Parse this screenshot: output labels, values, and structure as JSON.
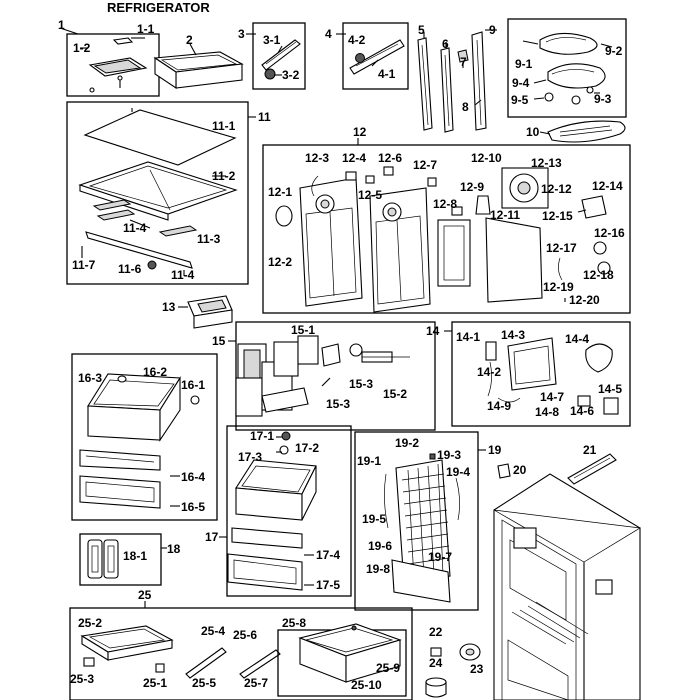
{
  "title": "REFRIGERATOR",
  "labels": {
    "p1": "1",
    "p1_1": "1-1",
    "p1_2": "1-2",
    "p2": "2",
    "p3": "3",
    "p3_1": "3-1",
    "p3_2": "3-2",
    "p4": "4",
    "p4_1": "4-1",
    "p4_2": "4-2",
    "p5": "5",
    "p6": "6",
    "p7": "7",
    "p8": "8",
    "p9": "9",
    "p9_1": "9-1",
    "p9_2": "9-2",
    "p9_3": "9-3",
    "p9_4": "9-4",
    "p9_5": "9-5",
    "p10": "10",
    "p11": "11",
    "p11_1": "11-1",
    "p11_2": "11-2",
    "p11_3": "11-3",
    "p11_4a": "11-4",
    "p11_4b": "11-4",
    "p11_6": "11-6",
    "p11_7": "11-7",
    "p12": "12",
    "p12_1": "12-1",
    "p12_2": "12-2",
    "p12_3": "12-3",
    "p12_4": "12-4",
    "p12_5": "12-5",
    "p12_6": "12-6",
    "p12_7": "12-7",
    "p12_8": "12-8",
    "p12_9": "12-9",
    "p12_10": "12-10",
    "p12_11": "12-11",
    "p12_12": "12-12",
    "p12_13": "12-13",
    "p12_14": "12-14",
    "p12_15": "12-15",
    "p12_16": "12-16",
    "p12_17": "12-17",
    "p12_18": "12-18",
    "p12_19": "12-19",
    "p12_20": "12-20",
    "p13": "13",
    "p14": "14",
    "p14_1": "14-1",
    "p14_2": "14-2",
    "p14_3": "14-3",
    "p14_4": "14-4",
    "p14_5": "14-5",
    "p14_6": "14-6",
    "p14_7": "14-7",
    "p14_8": "14-8",
    "p14_9": "14-9",
    "p15": "15",
    "p15_1": "15-1",
    "p15_2": "15-2",
    "p15_3a": "15-3",
    "p15_3b": "15-3",
    "p16_1": "16-1",
    "p16_2": "16-2",
    "p16_3": "16-3",
    "p16_4": "16-4",
    "p16_5": "16-5",
    "p17": "17",
    "p17_1": "17-1",
    "p17_2": "17-2",
    "p17_3": "17-3",
    "p17_4": "17-4",
    "p17_5": "17-5",
    "p18": "18",
    "p18_1": "18-1",
    "p19": "19",
    "p19_1": "19-1",
    "p19_2": "19-2",
    "p19_3": "19-3",
    "p19_4": "19-4",
    "p19_5": "19-5",
    "p19_6": "19-6",
    "p19_7": "19-7",
    "p19_8": "19-8",
    "p20": "20",
    "p21": "21",
    "p22": "22",
    "p23": "23",
    "p24": "24",
    "p25": "25",
    "p25_1": "25-1",
    "p25_2": "25-2",
    "p25_3": "25-3",
    "p25_4": "25-4",
    "p25_5": "25-5",
    "p25_6": "25-6",
    "p25_7": "25-7",
    "p25_8": "25-8",
    "p25_9": "25-9",
    "p25_10": "25-10"
  }
}
